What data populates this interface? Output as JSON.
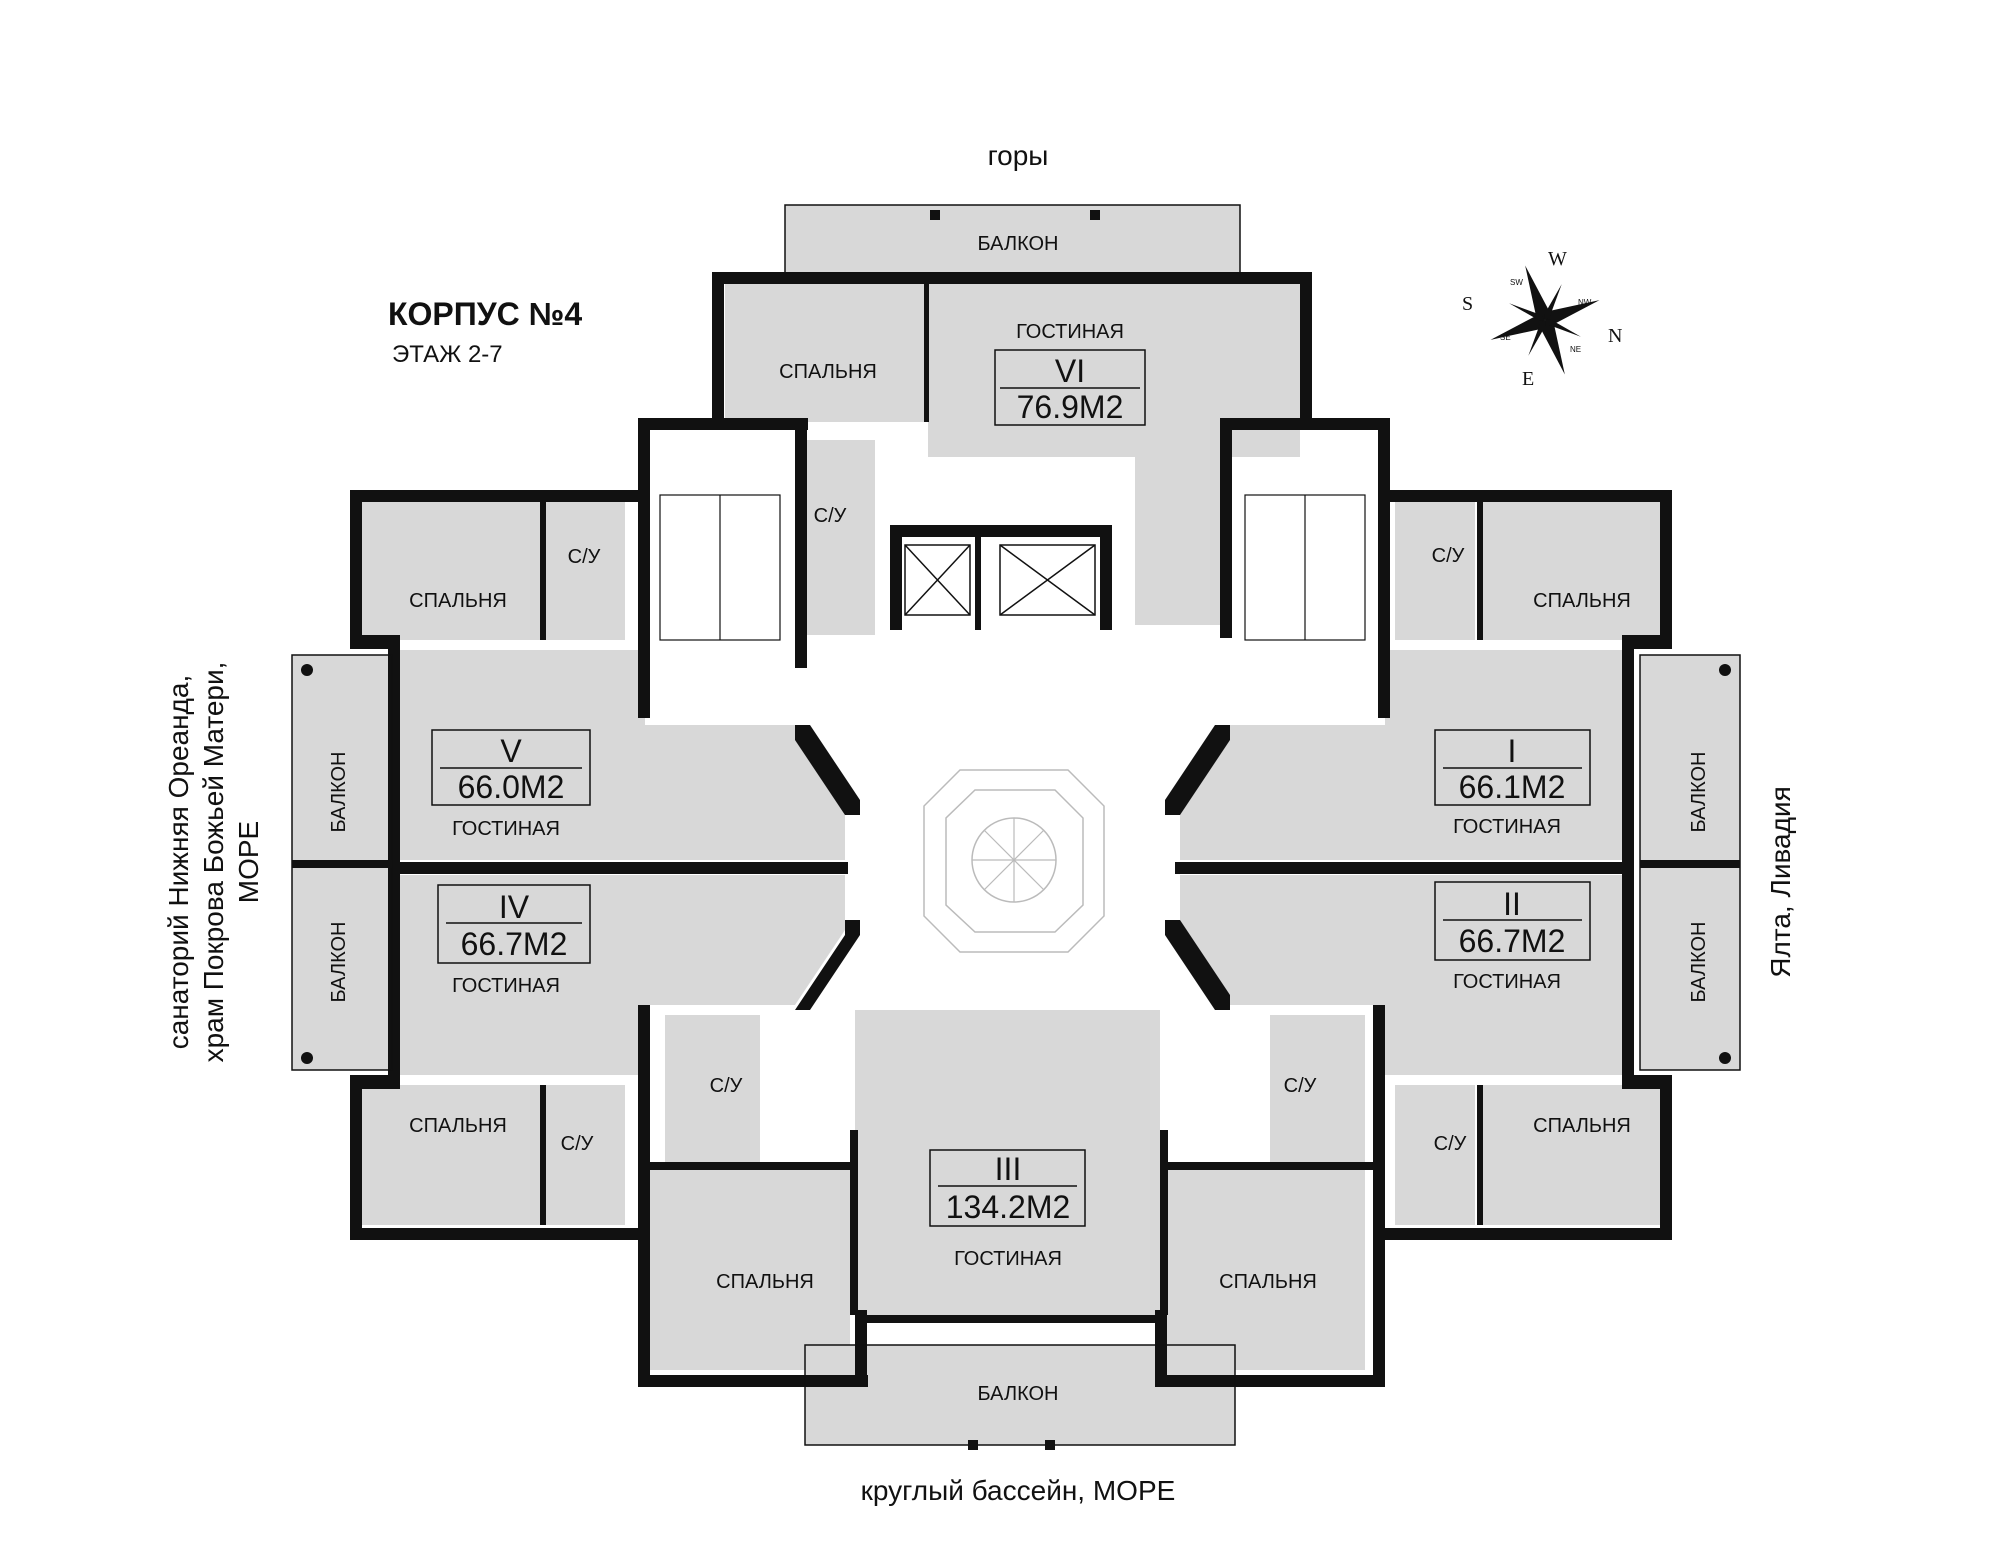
{
  "header": {
    "title": "КОРПУС №4",
    "floor": "ЭТАЖ 2-7"
  },
  "orientation": {
    "top": "горы",
    "bottom": "круглый бассейн, МОРЕ",
    "right": "Ялта, Ливадия",
    "left_line1": "санаторий Нижняя Ореанда,",
    "left_line2": "храм Покрова Божьей Матери,",
    "left_line3": "МОРЕ"
  },
  "compass": {
    "labels": [
      "W",
      "N",
      "E",
      "S"
    ],
    "minor_labels": [
      "NW",
      "NE",
      "SE",
      "SW"
    ]
  },
  "apartments": [
    {
      "id": "I",
      "area": "66.1М2"
    },
    {
      "id": "II",
      "area": "66.7М2"
    },
    {
      "id": "III",
      "area": "134.2М2"
    },
    {
      "id": "IV",
      "area": "66.7М2"
    },
    {
      "id": "V",
      "area": "66.0М2"
    },
    {
      "id": "VI",
      "area": "76.9М2"
    }
  ],
  "rooms": {
    "balcony": "БАЛКОН",
    "living": "ГОСТИНАЯ",
    "bedroom": "СПАЛЬНЯ",
    "bathroom": "С/У"
  },
  "colors": {
    "room_fill": "#d8d8d8",
    "wall": "#111111",
    "background": "#ffffff"
  }
}
